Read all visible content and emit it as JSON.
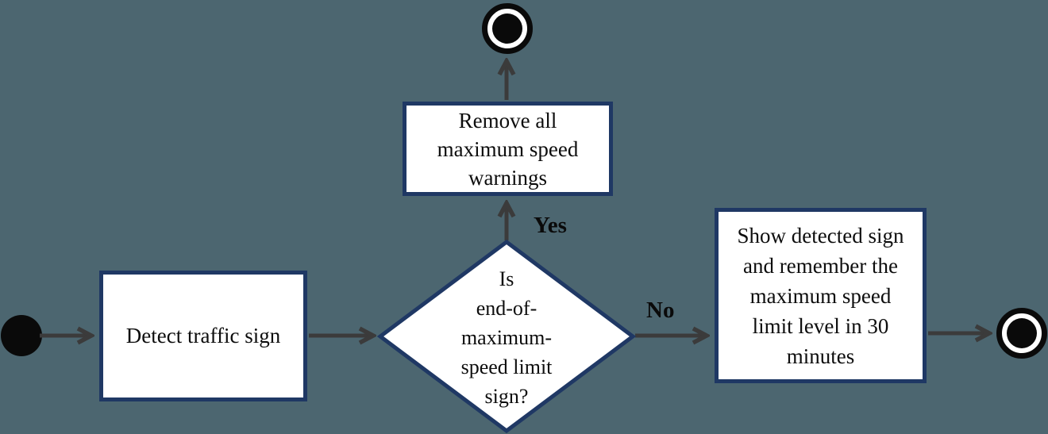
{
  "colors": {
    "background": "#4C6670",
    "node_fill": "#FFFFFF",
    "node_border": "#1F3864",
    "arrow": "#3B3B3B",
    "text": "#0D0D0D",
    "terminal_node": "#0A0A0A"
  },
  "nodes": {
    "start": {
      "type": "initial-node"
    },
    "detect": {
      "label": "Detect traffic sign"
    },
    "decision": {
      "label": "Is\nend-of-\nmaximum-\nspeed limit\nsign?"
    },
    "remove": {
      "label": "Remove all\nmaximum speed\nwarnings"
    },
    "show": {
      "label": "Show detected sign\nand remember the\nmaximum speed\nlimit level in 30\nminutes"
    },
    "end_top": {
      "type": "final-node"
    },
    "end_right": {
      "type": "final-node"
    }
  },
  "edges": {
    "yes": {
      "label": "Yes"
    },
    "no": {
      "label": "No"
    }
  }
}
